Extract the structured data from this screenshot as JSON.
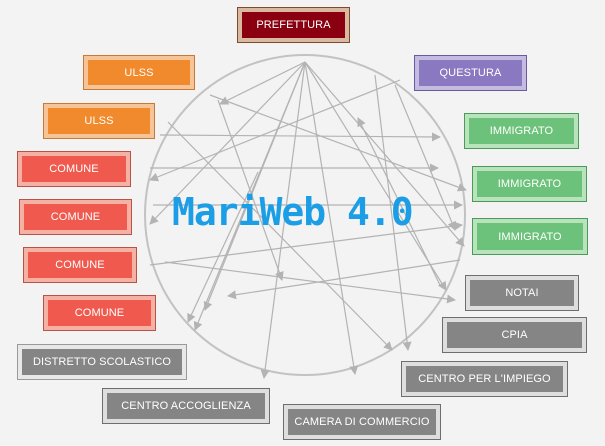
{
  "title": "MariWeb 4.0",
  "colors": {
    "circle": "#c2c2c2",
    "arrow": "#b3b3b3",
    "title": "#1c9ee6"
  },
  "nodes": {
    "prefettura": "PREFETTURA",
    "questura": "QUESTURA",
    "ulss_1": "ULSS",
    "ulss_2": "ULSS",
    "comune_1": "COMUNE",
    "comune_2": "COMUNE",
    "comune_3": "COMUNE",
    "comune_4": "COMUNE",
    "immigrato_1": "IMMIGRATO",
    "immigrato_2": "IMMIGRATO",
    "immigrato_3": "IMMIGRATO",
    "notai": "NOTAI",
    "cpia": "CPIA",
    "centro_impiego": "CENTRO PER L'IMPIEGO",
    "camera_commercio": "CAMERA DI COMMERCIO",
    "centro_accoglienza": "CENTRO ACCOGLIENZA",
    "distretto_scolastico": "DISTRETTO SCOLASTICO"
  }
}
